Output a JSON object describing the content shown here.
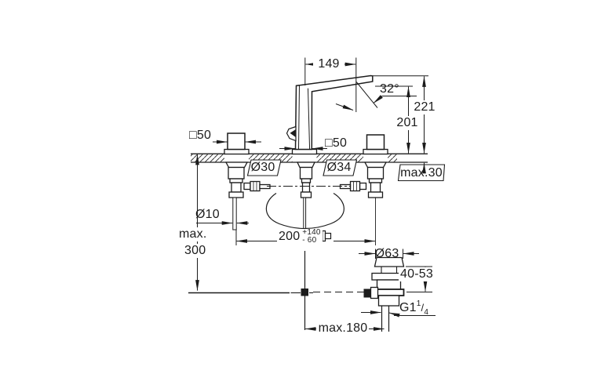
{
  "drawing": {
    "title": "three-hole basin mixer installation drawing",
    "background": "#ffffff",
    "line_color": "#1c1c1c",
    "labels": {
      "spout_projection": "149",
      "stream_angle": "32°",
      "total_height": "221",
      "outlet_height": "201",
      "handle_square": "□50",
      "spout_square": "□50",
      "handle_hole_diameter": "Ø30",
      "spout_hole_diameter": "Ø34",
      "deck_max_thickness": "max.30",
      "connection_tube_diameter": "Ø10",
      "hole_distance": "200",
      "hole_distance_plus": "+140",
      "hole_distance_minus": "- 60",
      "below_deck_max_word": "max.",
      "below_deck_max_value": "300",
      "waste_flange_diameter": "Ø63",
      "waste_clamp_range": "40-53",
      "waste_thread_prefix": "G1",
      "waste_thread_numerator": "1",
      "waste_thread_slash": "/",
      "waste_thread_denominator": "4",
      "drain_offset": "max.180"
    }
  }
}
